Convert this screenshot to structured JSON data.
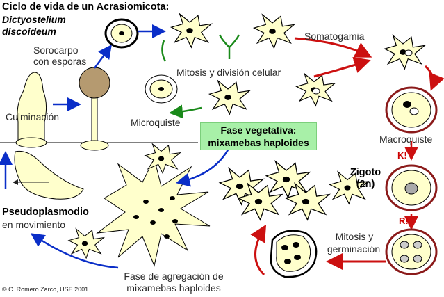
{
  "title_line1": "Ciclo de vida de un Acrasiomicota:",
  "title_line2": "Dictyostelium",
  "title_line3": "discoideum",
  "labels": {
    "sorocarpo_1": "Sorocarpo",
    "sorocarpo_2": "con esporas",
    "culminacion": "Culminación",
    "somatogamia": "Somatogamia",
    "mitosis_division": "Mitosis y división celular",
    "microquiste": "Microquiste",
    "fase_vegetativa_1": "Fase vegetativa:",
    "fase_vegetativa_2": "mixamebas haploides",
    "macroquiste": "Macroquiste",
    "k": "K!",
    "zigoto_1": "Zigoto",
    "zigoto_2": "(2n)",
    "r": "R!",
    "pseudoplasmodio_1": "Pseudoplasmodio",
    "pseudoplasmodio_2": "en movimiento",
    "mitosis_germ_1": "Mitosis y",
    "mitosis_germ_2": "germinación",
    "agregacion_1": "Fase de agregación de",
    "agregacion_2": "mixamebas haploides",
    "copyright": "© C. Romero Zarco, USE 2001"
  },
  "colors": {
    "cell_fill": "#ffffcc",
    "nucleus": "#000000",
    "arrow_blue": "#0a2ec8",
    "arrow_red": "#cc1010",
    "arrow_green": "#1a8a1a",
    "cyst_ring": "#8b1a1a",
    "spore_head": "#b59a70",
    "veg_box": "#a8f0a8"
  }
}
